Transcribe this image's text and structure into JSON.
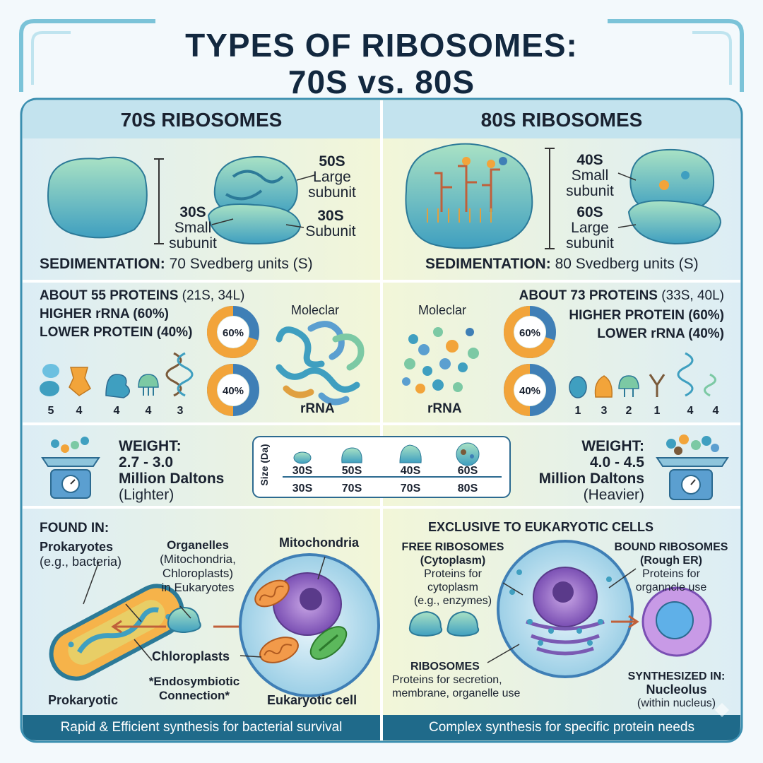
{
  "title_line1": "TYPES OF RIBOSOMES:",
  "title_line2": "70S vs. 80S",
  "left": {
    "heading": "70S RIBOSOMES",
    "large_label": "50S",
    "large_desc1": "Large",
    "large_desc2": "subunit",
    "small_label": "30S",
    "small_desc1": "Small",
    "small_desc2": "subunit",
    "small2_label": "30S",
    "small2_desc": "Subunit",
    "sed_key": "SEDIMENTATION:",
    "sed_value": "70 Svedberg units (S)",
    "proteins_key": "ABOUT 55 PROTEINS",
    "proteins_detail": "(21S, 34L)",
    "line2": "HIGHER rRNA (60%)",
    "line3": "LOWER PROTEIN (40%)",
    "donut_top": "60%",
    "donut_bottom": "40%",
    "molec": "Moleclar",
    "rrna": "rRNA",
    "counts": [
      "5",
      "4",
      "4",
      "4",
      "3"
    ],
    "weight_key": "WEIGHT:",
    "weight_range": "2.7 - 3.0",
    "weight_unit": "Million Daltons",
    "weight_note": "(Lighter)",
    "found_in": "FOUND IN:",
    "prok_title": "Prokaryotes",
    "prok_eg": "(e.g., bacteria)",
    "org_title": "Organelles",
    "org_l1": "(Mitochondria,",
    "org_l2": "Chloroplasts)",
    "org_l3": "in Eukaryotes",
    "mito": "Mitochondria",
    "chloro": "Chloroplasts",
    "endo1": "*Endosymbiotic",
    "endo2": "Connection*",
    "prokaryotic": "Prokaryotic",
    "eukcell": "Eukaryotic cell",
    "footer": "Rapid & Efficient synthesis for bacterial survival"
  },
  "right": {
    "heading": "80S RIBOSOMES",
    "small_label": "40S",
    "small_desc1": "Small",
    "small_desc2": "subunit",
    "large_label": "60S",
    "large_desc1": "Large",
    "large_desc2": "subunit",
    "sed_key": "SEDIMENTATION:",
    "sed_value": "80 Svedberg units (S)",
    "proteins_key": "ABOUT 73 PROTEINS",
    "proteins_detail": "(33S, 40L)",
    "line2": "HIGHER PROTEIN (60%)",
    "line3": "LOWER rRNA (40%)",
    "donut_top": "60%",
    "donut_bottom": "40%",
    "molec": "Moleclar",
    "rrna": "rRNA",
    "counts": [
      "1",
      "3",
      "2",
      "1",
      "4",
      "4"
    ],
    "weight_key": "WEIGHT:",
    "weight_range": "4.0 - 4.5",
    "weight_unit": "Million Daltons",
    "weight_note": "(Heavier)",
    "exclusive": "EXCLUSIVE TO EUKARYOTIC CELLS",
    "free_title": "FREE RIBOSOMES",
    "free_sub": "(Cytoplasm)",
    "free_l1": "Proteins for",
    "free_l2": "cytoplasm",
    "free_l3": "(e.g., enzymes)",
    "bound_title": "BOUND RIBOSOMES",
    "bound_sub": "(Rough ER)",
    "bound_l1": "Proteins for",
    "bound_l2": "organncle use",
    "ribo_title": "RIBOSOMES",
    "ribo_l1": "Proteins for secretion,",
    "ribo_l2": "membrane, organelle use",
    "synth_key": "SYNTHESIZED IN:",
    "synth_place": "Nucleolus",
    "synth_note": "(within nucleus)",
    "footer": "Complex synthesis for specific protein needs"
  },
  "size_box": {
    "axis_label": "Size (Da)",
    "top_row": [
      "30S",
      "50S",
      "40S",
      "60S"
    ],
    "bottom_row": [
      "30S",
      "70S",
      "70S",
      "80S"
    ]
  },
  "colors": {
    "title": "#12283f",
    "panel_header": "#c3e3ee",
    "footer_bar": "#1f6a8a",
    "ribosome_green": "#7cc9a4",
    "donut_orange": "#f2a43a",
    "donut_blue": "#3f7fb6"
  }
}
